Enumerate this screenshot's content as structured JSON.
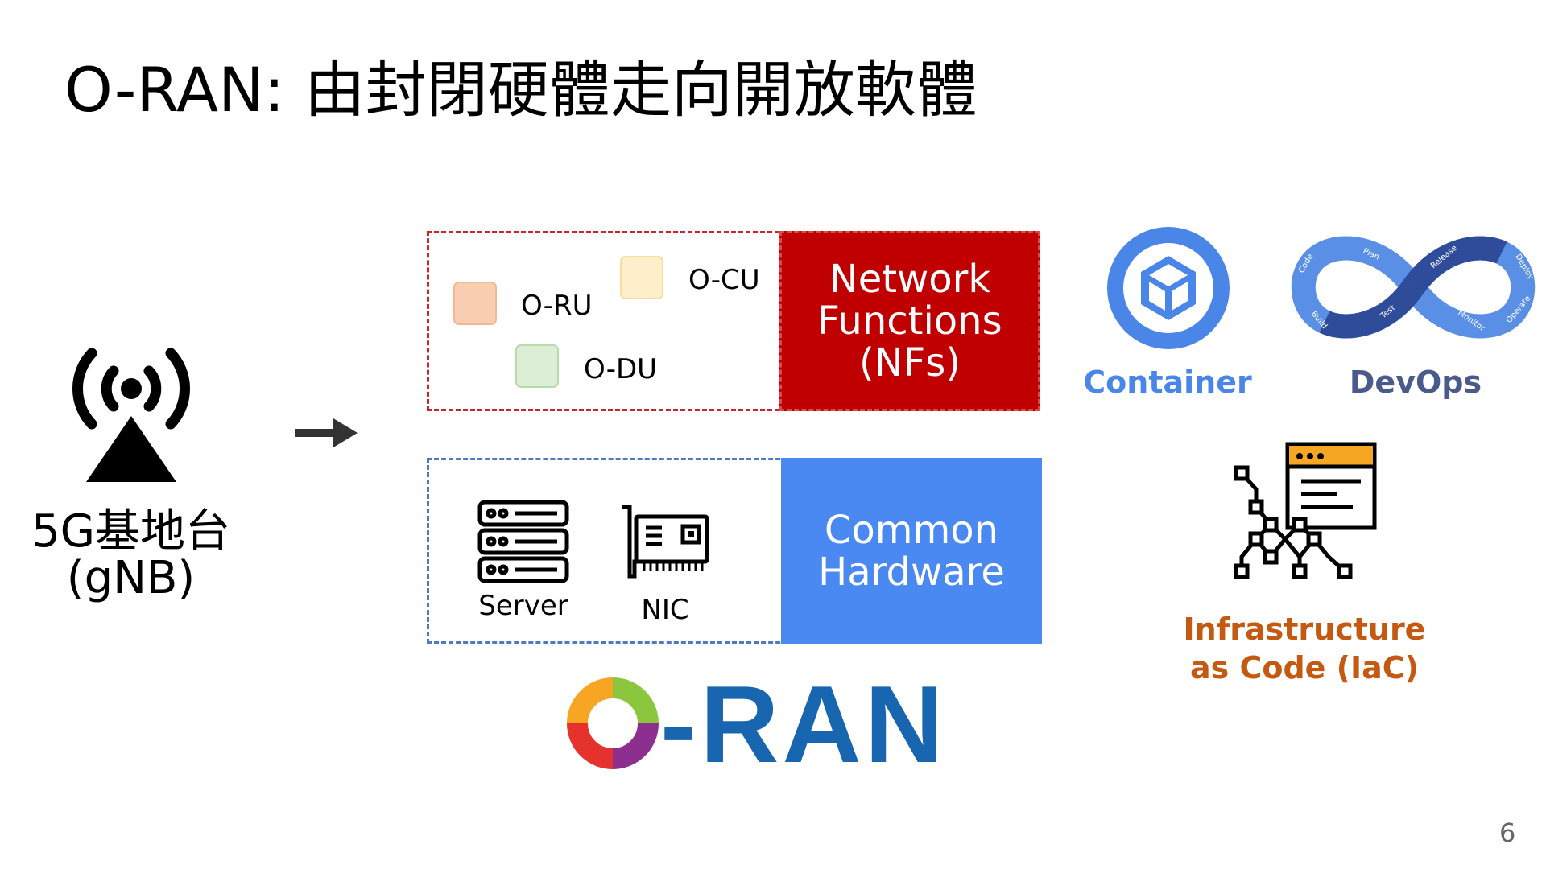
{
  "slide": {
    "title": "O-RAN: 由封閉硬體走向開放軟體",
    "page_number": "6"
  },
  "gnb": {
    "label_line1": "5G基地台",
    "label_line2": "(gNB)"
  },
  "network_functions": {
    "panel_line1": "Network",
    "panel_line2": "Functions",
    "panel_line3": "(NFs)",
    "components": {
      "oru": "O-RU",
      "ocu": "O-CU",
      "odu": "O-DU"
    },
    "colors": {
      "border": "#c8262d",
      "panel": "#c00000",
      "oru": "#f8cdb0",
      "ocu": "#fdefc9",
      "odu": "#dceed5"
    }
  },
  "hardware": {
    "panel_line1": "Common",
    "panel_line2": "Hardware",
    "server_label": "Server",
    "nic_label": "NIC",
    "colors": {
      "border": "#5179c0",
      "panel": "#4a88f2"
    }
  },
  "logo": {
    "oran_text": "-RAN",
    "ring_icon": "oran-ring-icon"
  },
  "tools": {
    "container_label": "Container",
    "devops_label": "DevOps",
    "devops_stages": [
      "Code",
      "Plan",
      "Release",
      "Deploy",
      "Operate",
      "Monitor",
      "Test",
      "Build"
    ],
    "iac_line1": "Infrastructure",
    "iac_line2": "as Code (IaC)",
    "colors": {
      "container": "#4a86e8",
      "devops": "#4a5a8c",
      "iac": "#c45a11"
    }
  }
}
